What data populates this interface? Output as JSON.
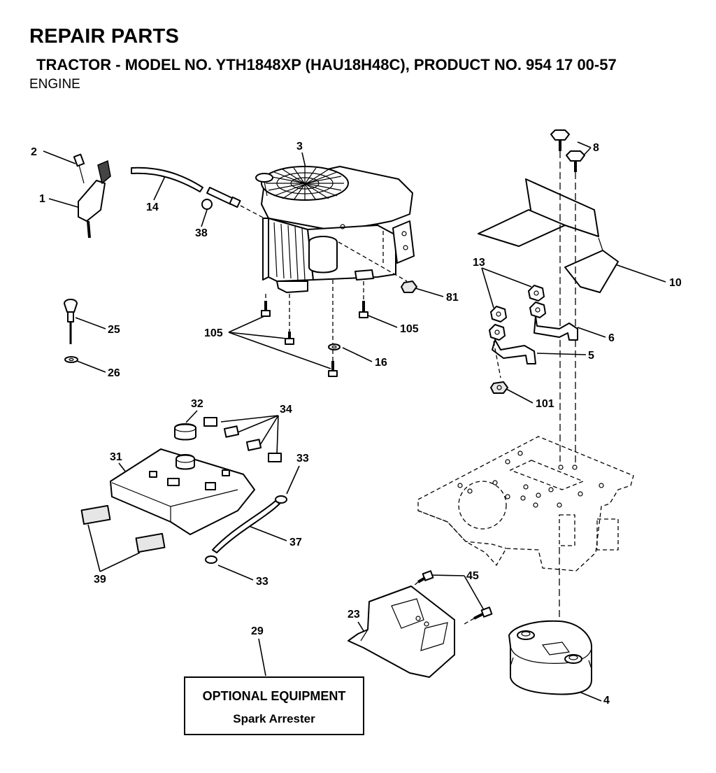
{
  "header": {
    "title": "REPAIR PARTS",
    "model_line": "TRACTOR - MODEL NO. YTH1848XP (HAU18H48C), PRODUCT NO. 954 17 00-57",
    "section": "ENGINE"
  },
  "callouts": {
    "c1": "1",
    "c2": "2",
    "c3": "3",
    "c4": "4",
    "c5": "5",
    "c6": "6",
    "c8": "8",
    "c10": "10",
    "c13": "13",
    "c14": "14",
    "c16": "16",
    "c23": "23",
    "c25": "25",
    "c26": "26",
    "c29": "29",
    "c31": "31",
    "c32": "32",
    "c33a": "33",
    "c33b": "33",
    "c34": "34",
    "c37": "37",
    "c38": "38",
    "c39": "39",
    "c45": "45",
    "c81": "81",
    "c101": "101",
    "c105a": "105",
    "c105b": "105"
  },
  "optional": {
    "title": "OPTIONAL EQUIPMENT",
    "item": "Spark Arrester"
  }
}
